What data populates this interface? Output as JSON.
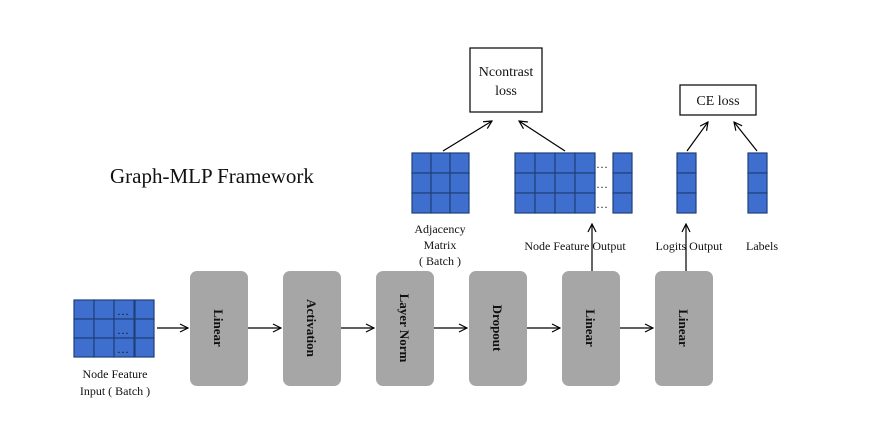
{
  "title": "Graph-MLP Framework",
  "colors": {
    "matrix_cell": "#3f6fce",
    "block": "#a6a6a6"
  },
  "input": {
    "line1": "Node Feature",
    "line2": "Input ( Batch )"
  },
  "blocks": [
    "Linear",
    "Activation",
    "Layer Norm",
    "Dropout",
    "Linear",
    "Linear"
  ],
  "adjacency": {
    "line1": "Adjacency",
    "line2": "Matrix",
    "line3": "( Batch )"
  },
  "node_feature_output": "Node Feature  Output",
  "logits_output": "Logits  Output",
  "labels": "Labels",
  "ncontrast": {
    "line1": "Ncontrast",
    "line2": "loss"
  },
  "ce_loss": "CE loss",
  "ellipsis": "…"
}
